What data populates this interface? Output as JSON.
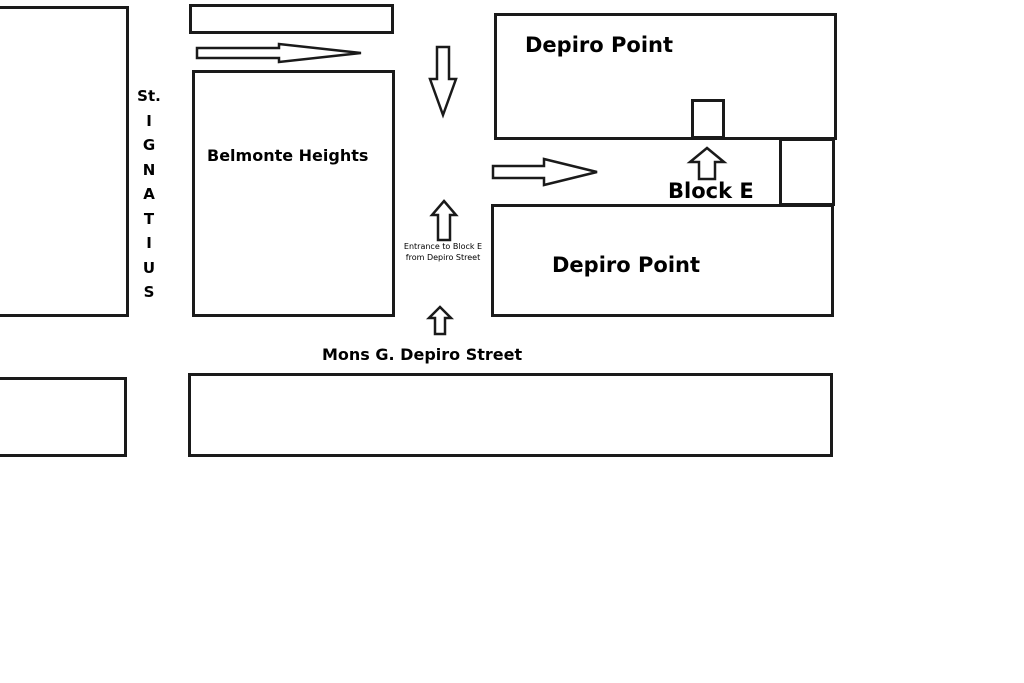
{
  "map": {
    "buildings": {
      "belmonte_heights": "Belmonte Heights",
      "depiro_point_north": "Depiro Point",
      "depiro_point_south": "Depiro Point",
      "block_e": "Block E"
    },
    "streets": {
      "st_ignatius_letters": [
        "St.",
        "I",
        "G",
        "N",
        "A",
        "T",
        "I",
        "U",
        "S"
      ],
      "mons_depiro_street": "Mons G. Depiro Street"
    },
    "annotations": {
      "entrance_line1": "Entrance to Block E",
      "entrance_line2": "from Depiro Street"
    },
    "colors": {
      "line": "#1a1a1a",
      "background": "#ffffff"
    }
  }
}
